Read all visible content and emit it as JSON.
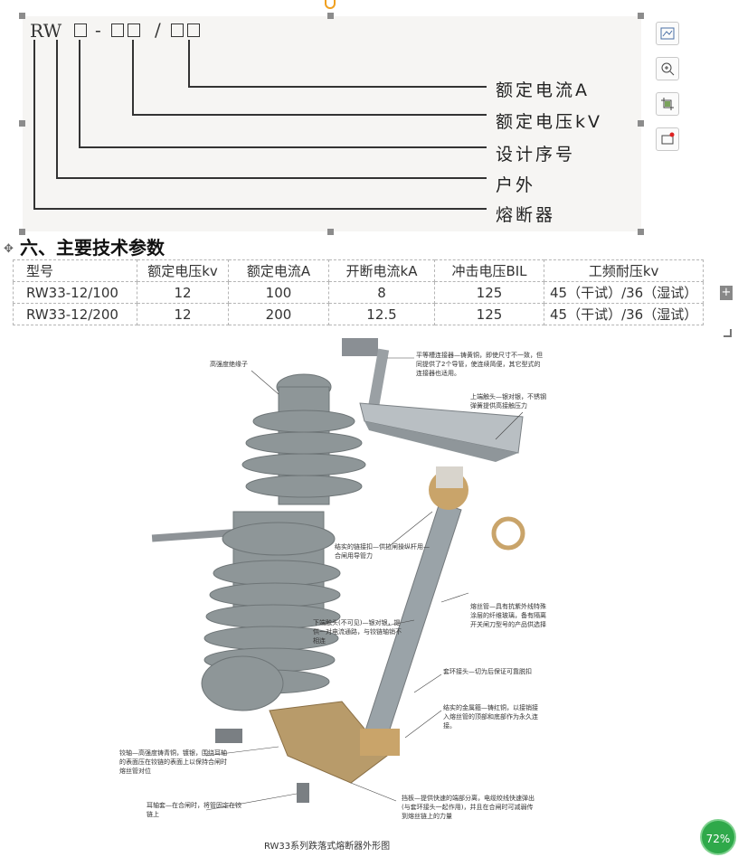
{
  "code_figure": {
    "model_code": "RW",
    "separator_dash": "-",
    "separator_slash": "/",
    "labels": [
      "额定电流A",
      "额定电压kV",
      "设计序号",
      "户外",
      "熔断器"
    ]
  },
  "heading": "六、主要技术参数",
  "table": {
    "headers": [
      "型号",
      "额定电压kv",
      "额定电流A",
      "开断电流kA",
      "冲击电压BIL",
      "工频耐压kv"
    ],
    "rows": [
      [
        "RW33-12/100",
        "12",
        "100",
        "8",
        "125",
        "45（干试）/36（湿试）"
      ],
      [
        "RW33-12/200",
        "12",
        "200",
        "12.5",
        "125",
        "45（干试）/36（湿试）"
      ]
    ]
  },
  "product": {
    "annotations": {
      "insulator": "高强度绝缘子",
      "connector": "平等槽连接器—铸黄铜，即使尺寸不一致，但同提供了2个导管，使连续简便，其它型式的连接器也适用。",
      "upper_contact": "上端触头—银对银，不锈钢弹簧提供高接触压力",
      "chain": "结实的链接扣—供拉闸操纵杆用—合闸用导管力",
      "lower_contact": "下端触头(不可见)—银对银，提供一对电流通路，与铰链轴销不相连",
      "fuse_tube": "熔丝管—具有抗紫外线特殊涂层的纤维玻璃，备有隔离开关闸刀型号的产品供选择",
      "ring": "套环接头—切为后保证可靠脱扣",
      "metal_cap": "结实的金属箍—铸红铜，以接销接入熔丝管的顶部和底部作为永久连接。",
      "hinge": "铰轴—高强度铸青铜，镀银，围绕耳轴的表面压在铰链的表面上以保持合闸时熔丝管对位",
      "ear_sleeve": "耳轴套—在合闸时，将管固定在铰链上",
      "lever": "挡板—提供快速的端部分离，电缆绞线快速弹出(与套环接头一起作用)，并且在合闸时可减弱传到熔丝链上的力量"
    },
    "caption": "RW33系列跌落式熔断器外形图"
  },
  "zoom": "72%",
  "colors": {
    "porcelain": "#8e9698",
    "tube": "#9aa3a8",
    "brass": "#c9a46a",
    "badge": "#2fa94a"
  }
}
